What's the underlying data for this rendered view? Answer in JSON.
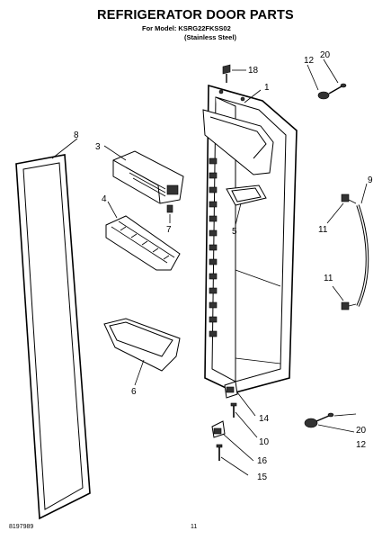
{
  "header": {
    "title": "REFRIGERATOR DOOR PARTS",
    "model_line": "For Model: KSRG22FKSS02",
    "variant_line": "(Stainless Steel)"
  },
  "callouts": {
    "c1": "1",
    "c3": "3",
    "c4": "4",
    "c5": "5",
    "c6": "6",
    "c7": "7",
    "c8": "8",
    "c9": "9",
    "c10": "10",
    "c11a": "11",
    "c11b": "11",
    "c12a": "12",
    "c12b": "12",
    "c14": "14",
    "c15": "15",
    "c16": "16",
    "c18": "18",
    "c20a": "20",
    "c20b": "20"
  },
  "footer": {
    "doc_number": "8197989",
    "page_number": "11"
  }
}
